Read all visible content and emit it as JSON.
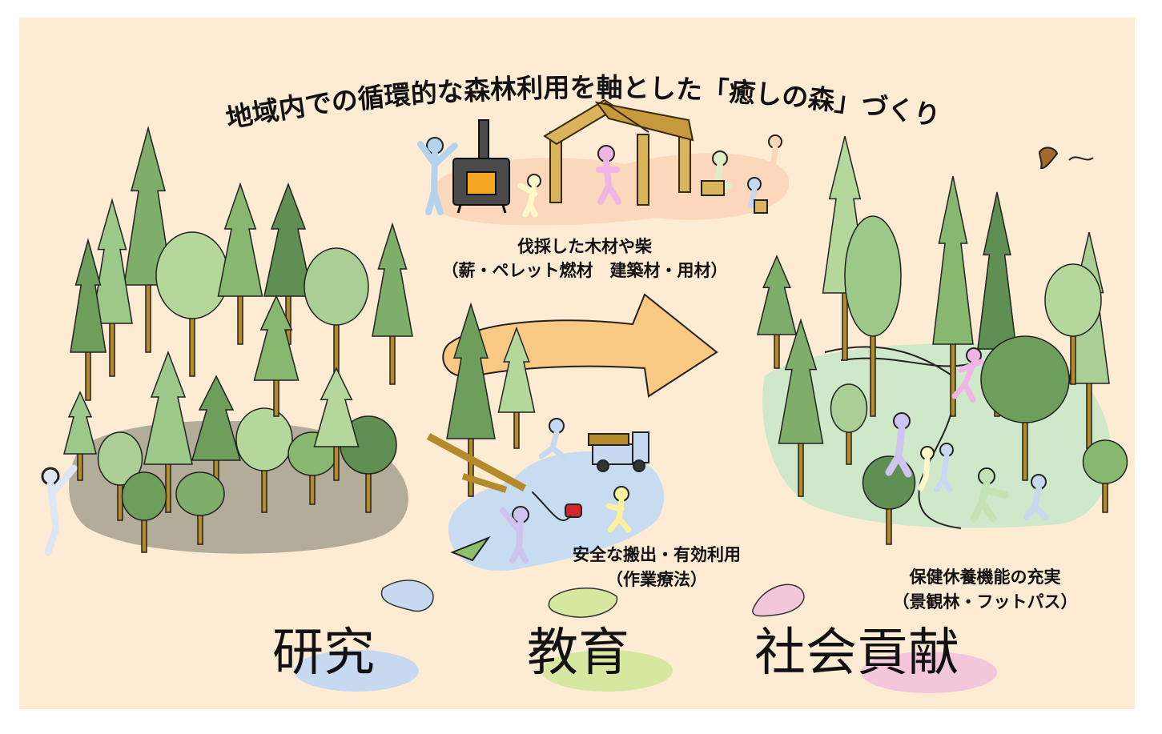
{
  "title": "地域内での循環的な森林利用を軸とした「癒しの森」づくり",
  "labels": {
    "timber_line1": "伐採した木材や柴",
    "timber_line2": "（薪・ペレット燃材　建築材・用材）",
    "safe_line1": "安全な搬出・有効利用",
    "safe_line2": "（作業療法）",
    "health_line1": "保健休養機能の充実",
    "health_line2": "（景観林・フットパス）"
  },
  "keywords": {
    "research": "研究",
    "education": "教育",
    "contribution": "社会貢献"
  },
  "colors": {
    "background": "#fdebd4",
    "research_blob": "#c6d9f1",
    "education_blob": "#d6e8a0",
    "contribution_blob": "#f4c6dc",
    "arrow": "#f9c882",
    "water": "#c7dcf1",
    "meadow": "#cfe8c9",
    "ground": "#b3ac98",
    "camp": "#fbd7bc"
  }
}
